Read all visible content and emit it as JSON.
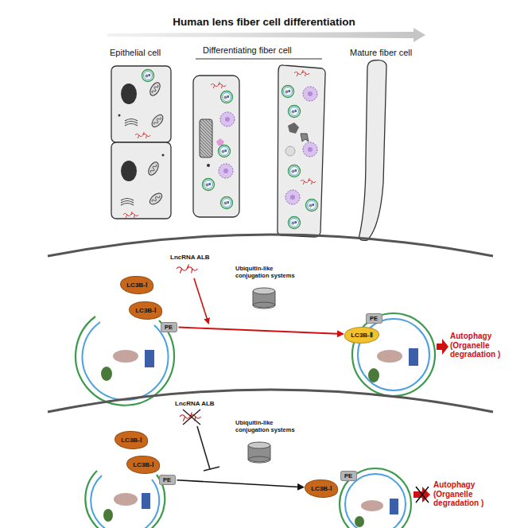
{
  "diagram": {
    "title": "Human lens fiber cell differentiation",
    "nodes": [
      {
        "text": [
          "LC3B-Ⅰ"
        ]
      },
      {
        "text": [
          "LC3B-Ⅰ"
        ]
      },
      {
        "text": [
          "PE"
        ]
      },
      {
        "text": [
          "LC3B-Ⅱ"
        ]
      },
      {
        "text": [
          "PE"
        ]
      },
      {
        "text": [
          "LC3B-Ⅰ"
        ]
      },
      {
        "text": [
          "LC3B-Ⅰ"
        ]
      },
      {
        "text": [
          "PE"
        ]
      },
      {
        "text": [
          "LC3B-Ⅰ"
        ]
      },
      {
        "text": [
          "PE"
        ]
      }
    ],
    "edges": [
      {
        "from": 2,
        "to": 3,
        "arrow": "to"
      },
      {
        "from": 7,
        "to": 8,
        "arrow": "to"
      }
    ],
    "labels": [
      "Epithelial cell",
      "Differentiating fiber cell",
      "Mature fiber cell",
      "LncRNA ALB",
      "Ubiquitin-like conjugation systems",
      "Autophagy (Organelle degradation )",
      "LncRNA ALB",
      "Ubiquitin-like conjugation systems",
      "Autophagy (Organelle degradation )"
    ]
  }
}
